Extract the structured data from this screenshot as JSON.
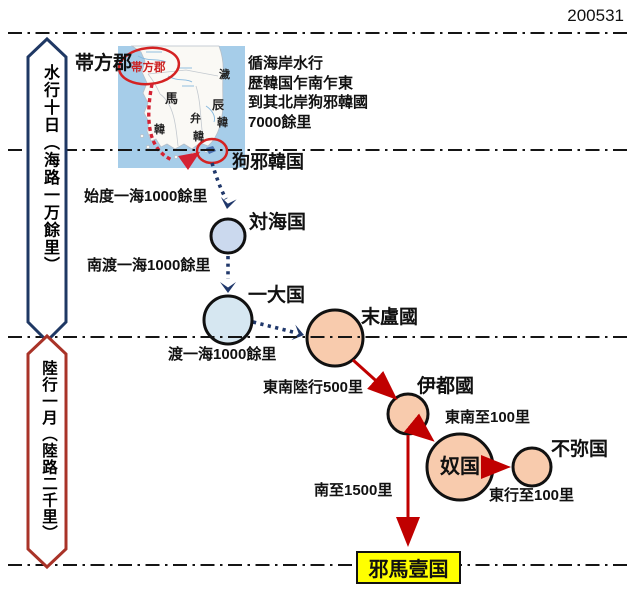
{
  "header": {
    "date_code": "200531"
  },
  "stage_brackets": {
    "sea": {
      "label": "水行十日（海路一万餘里）",
      "border_color": "#1f3864"
    },
    "land": {
      "label": "陸行一月（陸路二千里）",
      "border_color": "#a93328"
    }
  },
  "map": {
    "daifang_black_label": "帯方郡",
    "daifang_map_label": "帯方郡",
    "regions": [
      "濊",
      "馬",
      "韓",
      "辰",
      "韓",
      "弁",
      "韓"
    ]
  },
  "description": {
    "lines": [
      "循海岸水行",
      "歴韓国乍南乍東",
      "到其北岸狗邪韓國",
      "7000餘里"
    ]
  },
  "nodes": {
    "gaya": {
      "label": "狗邪韓国"
    },
    "tsushima": {
      "label": "対海国"
    },
    "iki": {
      "label": "一大国"
    },
    "matsuro": {
      "label": "末盧國"
    },
    "ito": {
      "label": "伊都國"
    },
    "na": {
      "label": "奴国"
    },
    "fumi": {
      "label": "不弥国"
    },
    "yamatai": {
      "label": "邪馬壹国"
    }
  },
  "routes": {
    "to_tsushima": "始度一海1000餘里",
    "to_iki": "南渡一海1000餘里",
    "to_matsuro": "渡一海1000餘里",
    "to_ito": "東南陸行500里",
    "to_na": "東南至100里",
    "to_fumi": "東行至100里",
    "to_yamatai": "南至1500里"
  },
  "colors": {
    "navy": "#1f3864",
    "dark_red": "#a93328",
    "arrow_red": "#c00000",
    "map_red": "#d42233",
    "sea_blue": "#a6cde9",
    "island_blue_1": "#cbd9ee",
    "island_blue_2": "#d6e7f1",
    "kyushu_peach": "#f8cbad",
    "goal_yellow": "#ffff00"
  }
}
